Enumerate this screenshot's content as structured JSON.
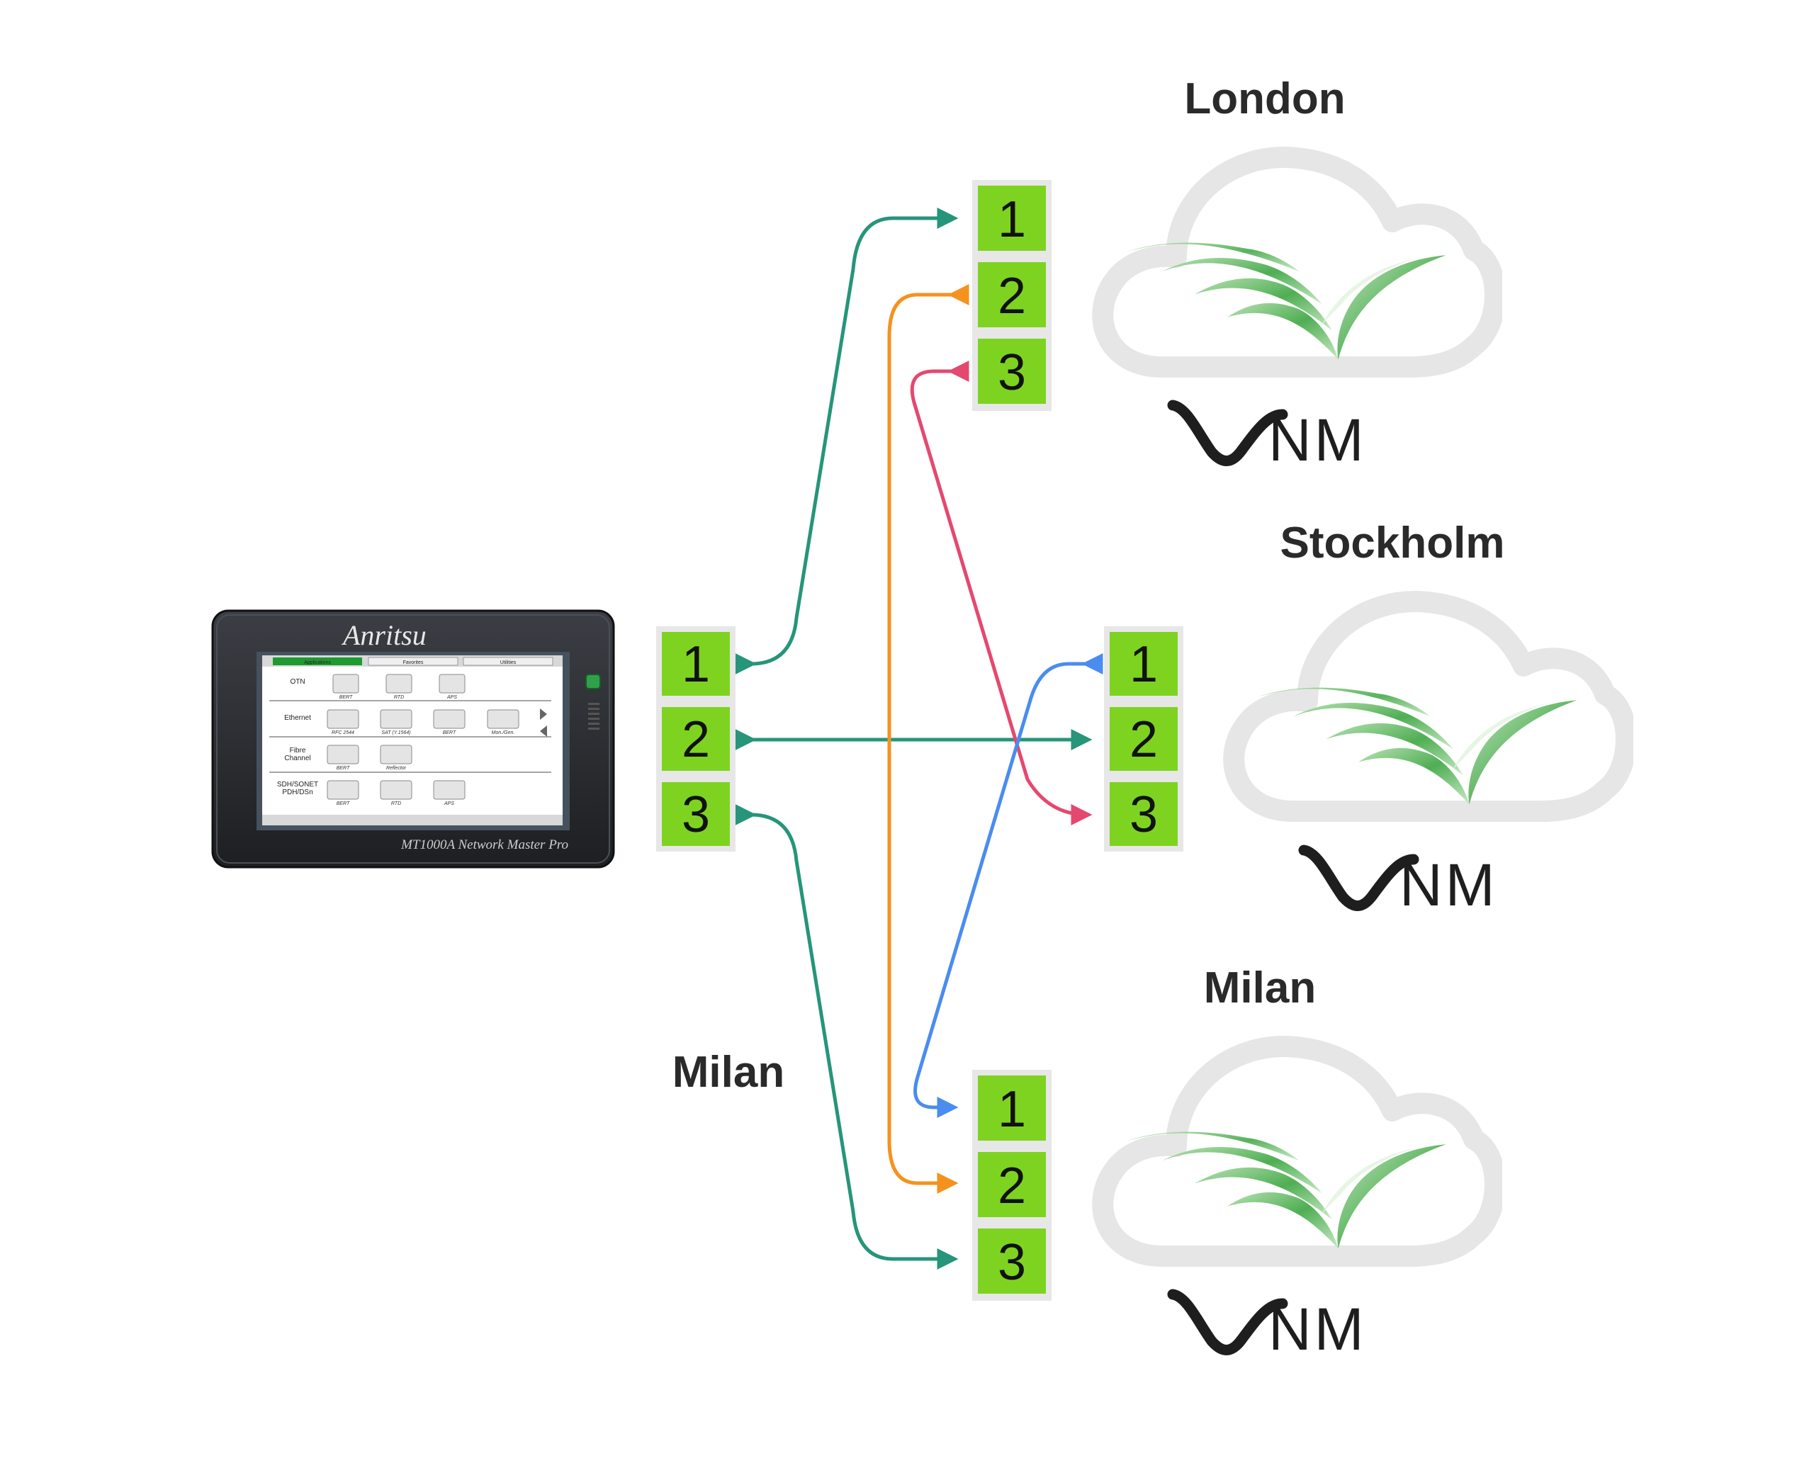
{
  "device": {
    "brand": "Anritsu",
    "model": "MT1000A Network Master Pro",
    "tabs": [
      "Applications",
      "Favorites",
      "Utilities"
    ],
    "rows": [
      {
        "label_lines": [
          "OTN"
        ],
        "apps": [
          "BERT",
          "RTD",
          "APS"
        ]
      },
      {
        "label_lines": [
          "Ethernet"
        ],
        "apps": [
          "RFC 2544",
          "SAT (Y.1564)",
          "BERT",
          "Mon./Gen."
        ]
      },
      {
        "label_lines": [
          "Fibre",
          "Channel"
        ],
        "apps": [
          "BERT",
          "Reflector"
        ]
      },
      {
        "label_lines": [
          "SDH/SONET",
          "PDH/DSn"
        ],
        "apps": [
          "BERT",
          "RTD",
          "APS"
        ]
      }
    ]
  },
  "device_ports": [
    "1",
    "2",
    "3"
  ],
  "local_label": "Milan",
  "sites": [
    {
      "name": "London",
      "ports": [
        "1",
        "2",
        "3"
      ],
      "logo_text": "NM"
    },
    {
      "name": "Stockholm",
      "ports": [
        "1",
        "2",
        "3"
      ],
      "logo_text": "NM"
    },
    {
      "name": "Milan",
      "ports": [
        "1",
        "2",
        "3"
      ],
      "logo_text": "NM"
    }
  ],
  "colors": {
    "port_fill": "#7ed321",
    "port_border": "#e7e7e7",
    "cloud": "#e6e6e6",
    "link_teal": "#26957a",
    "link_orange": "#f5921e",
    "link_pink": "#e5486f",
    "link_blue": "#4a8cf0",
    "device_body": "#2b2d31"
  },
  "icons": {
    "cloud": "cloud-icon",
    "ribbon": "ribbon-logo-icon",
    "arrow": "arrow-head-icon"
  }
}
